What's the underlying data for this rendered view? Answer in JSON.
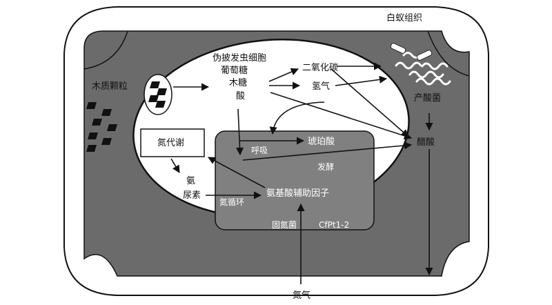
{
  "diagram": {
    "termite_tissue": "白蚁组织",
    "wood_particles": "木质颗粒",
    "protist_products": {
      "line1": "伪披发虫细胞",
      "line2": "葡萄糖",
      "line3": "木糖",
      "line4": "酸"
    },
    "carbon_dioxide": "二氧化碳",
    "hydrogen": "氢气",
    "acid_producing_bacteria": "产酸菌",
    "acetic_acid": "醋酸",
    "nitrogen_metabolism": "氮代谢",
    "respiration": "呼吸",
    "succinic_acid": "琥珀酸",
    "fermentation": "发酵",
    "ammonia": "氨",
    "urea": "尿素",
    "amino_acid_cofactors": "氨基酸辅助因子",
    "nitrogen_cycle": "氮循环",
    "nitrogen_fixing_bacteria": "固氮菌",
    "strain_name": "CfPt1-2",
    "nitrogen_gas": "氮气"
  },
  "colors": {
    "tissue_gray": "#6b6b6b",
    "cell_white": "#ffffff",
    "bacterium_box": "#808080",
    "outline": "#111111"
  }
}
